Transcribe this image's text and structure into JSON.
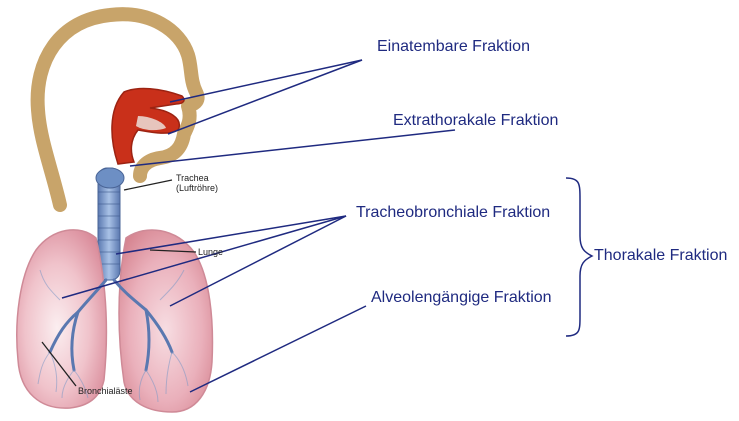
{
  "labels": {
    "einatembare": "Einatembare Fraktion",
    "extrathorakale": "Extrathorakale Fraktion",
    "tracheobronchiale": "Tracheobronchiale Fraktion",
    "alveolengaengige": "Alveolengängige Fraktion",
    "thorakale": "Thorakale Fraktion"
  },
  "anatomy": {
    "trachea_line1": "Trachea",
    "trachea_line2": "(Luftröhre)",
    "lunge": "Lunge",
    "bronchialaeste": "Bronchialäste"
  },
  "colors": {
    "label_text": "#1f2a80",
    "pointer_line": "#1f2a80",
    "head_outline": "#c8a46a",
    "airway_red": "#c9301a",
    "trachea_blue": "#6d8fc4",
    "lung_pink": "#e8a6b2"
  }
}
